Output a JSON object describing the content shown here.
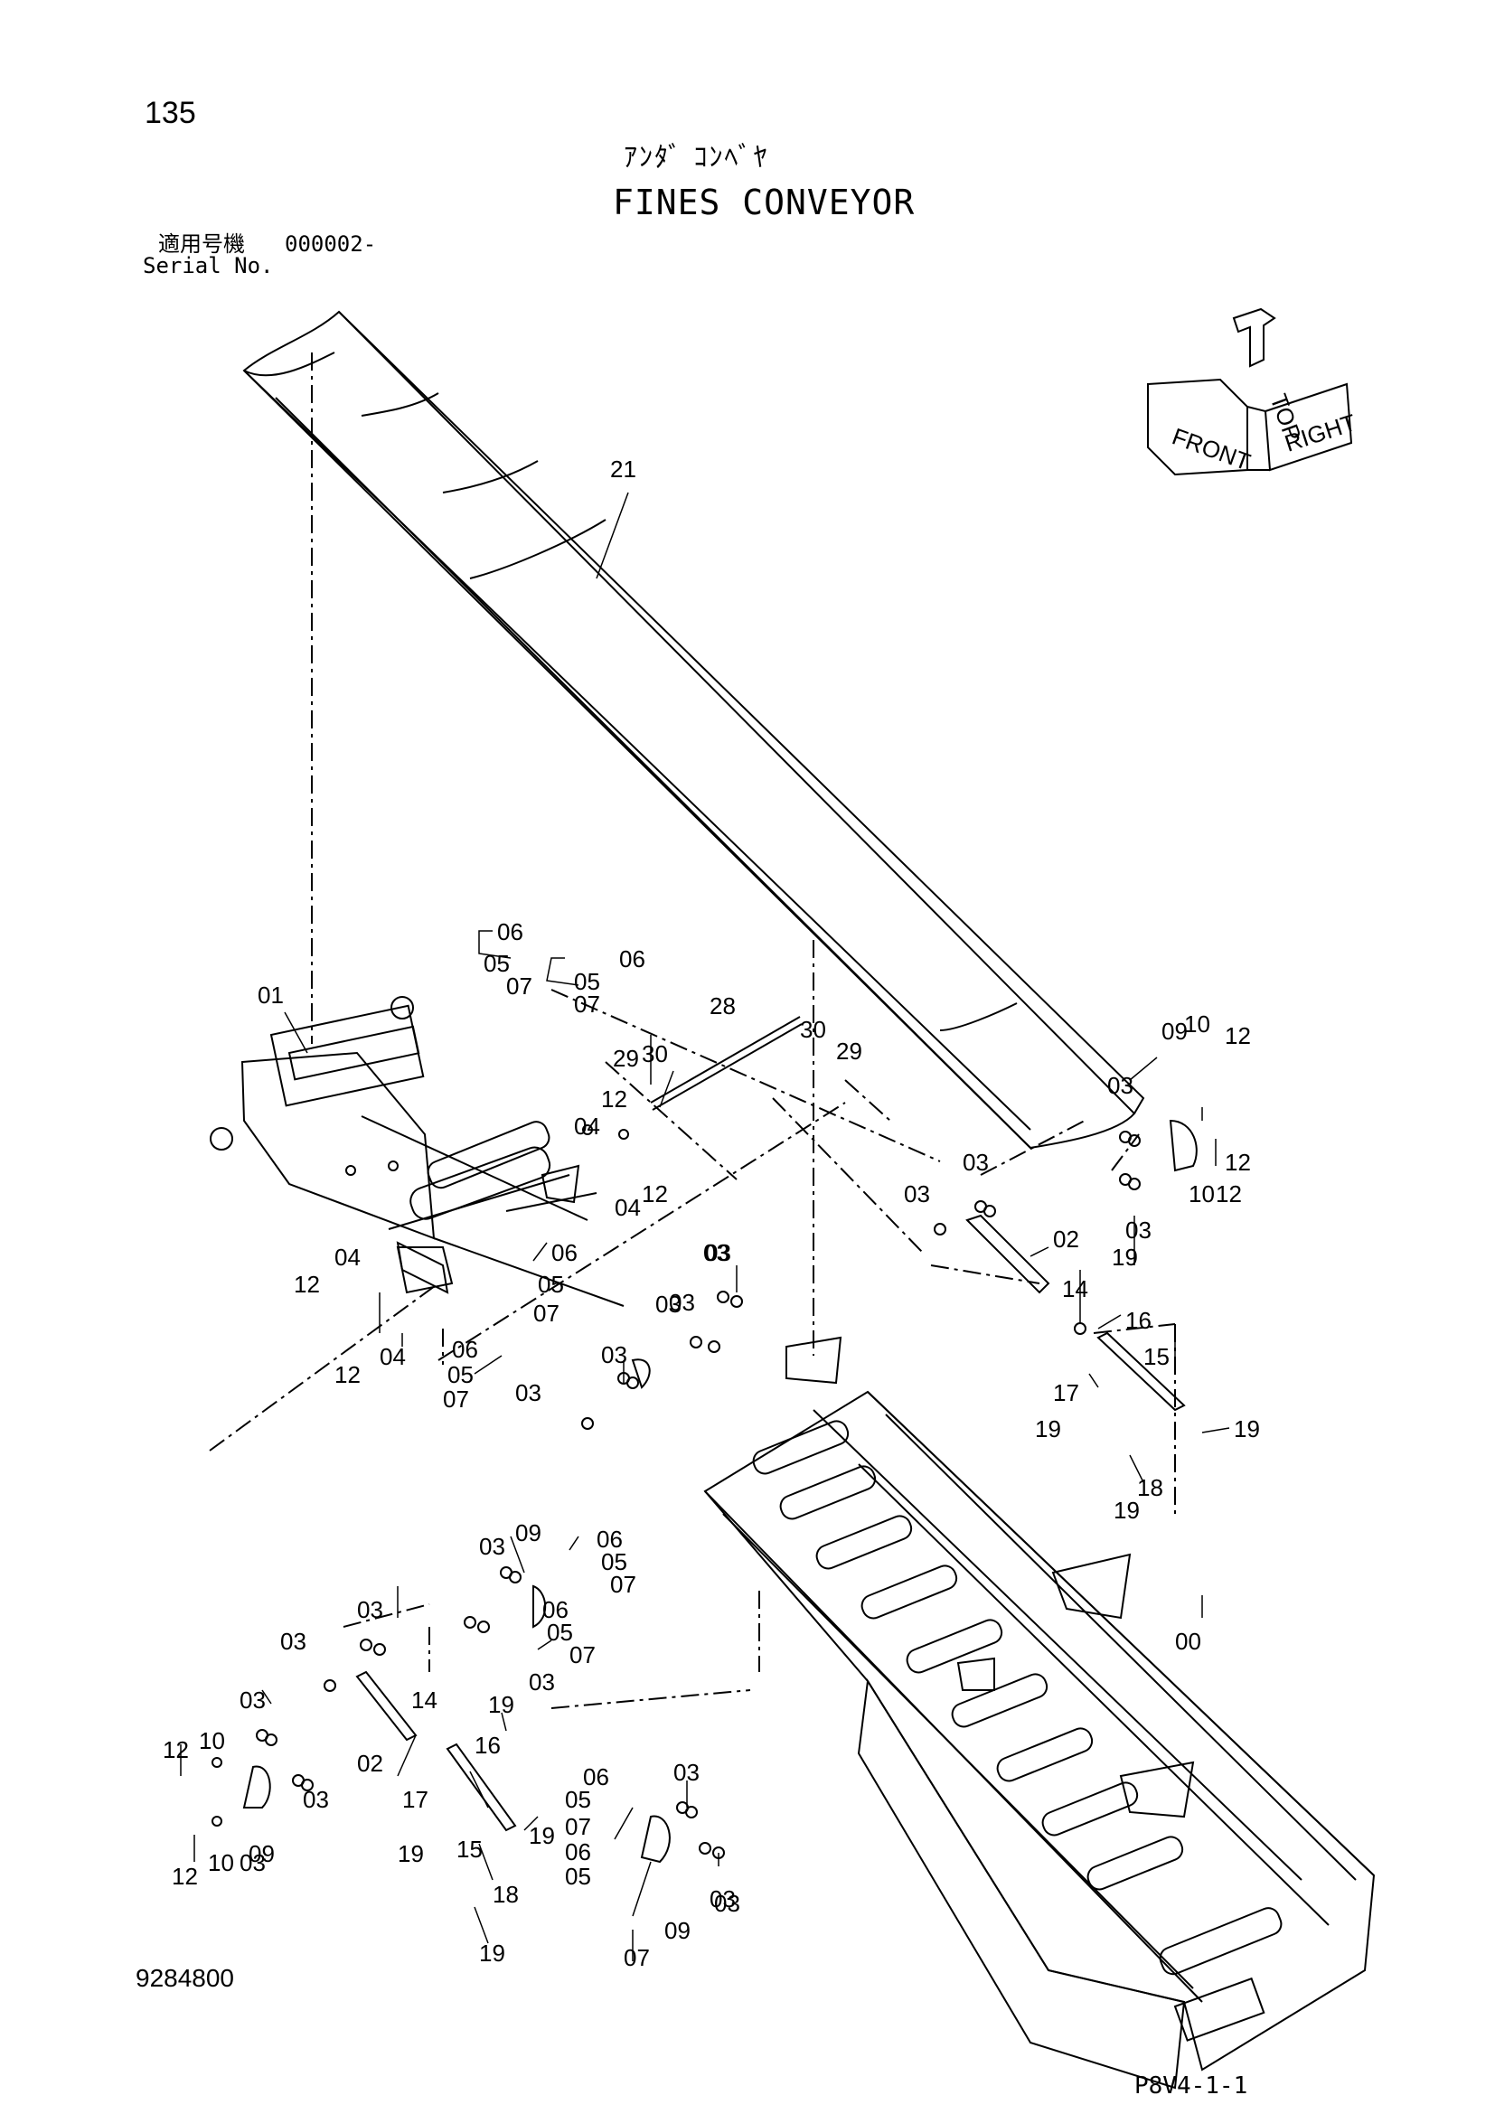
{
  "page_number": "135",
  "title_jp": "ｱﾝﾀﾞ ｺﾝﾍﾞﾔ",
  "title_en": "FINES CONVEYOR",
  "serial_label_jp": "適用号機",
  "serial_value": "000002-",
  "serial_label_en": "Serial No.",
  "drawing_number": "9284800",
  "page_code": "P8V4-1-1",
  "orientation": {
    "top": "TOP",
    "front": "FRONT",
    "right": "RIGHT"
  },
  "callouts": [
    "21",
    "01",
    "06",
    "05",
    "07",
    "06",
    "05",
    "07",
    "28",
    "30",
    "29",
    "29",
    "30",
    "12",
    "04",
    "12",
    "04",
    "12",
    "09",
    "10",
    "12",
    "03",
    "03",
    "12",
    "10",
    "03",
    "03",
    "03",
    "03",
    "02",
    "19",
    "14",
    "16",
    "15",
    "17",
    "19",
    "19",
    "18",
    "19",
    "04",
    "12",
    "12",
    "04",
    "06",
    "05",
    "07",
    "06",
    "05",
    "07",
    "03",
    "03",
    "03",
    "03",
    "00",
    "03",
    "09",
    "06",
    "05",
    "07",
    "06",
    "05",
    "07",
    "03",
    "03",
    "03",
    "03",
    "14",
    "19",
    "16",
    "12",
    "10",
    "03",
    "02",
    "17",
    "09",
    "03",
    "15",
    "12",
    "10",
    "19",
    "19",
    "18",
    "19",
    "06",
    "05",
    "07",
    "06",
    "05",
    "07",
    "03",
    "03",
    "09",
    "03"
  ]
}
